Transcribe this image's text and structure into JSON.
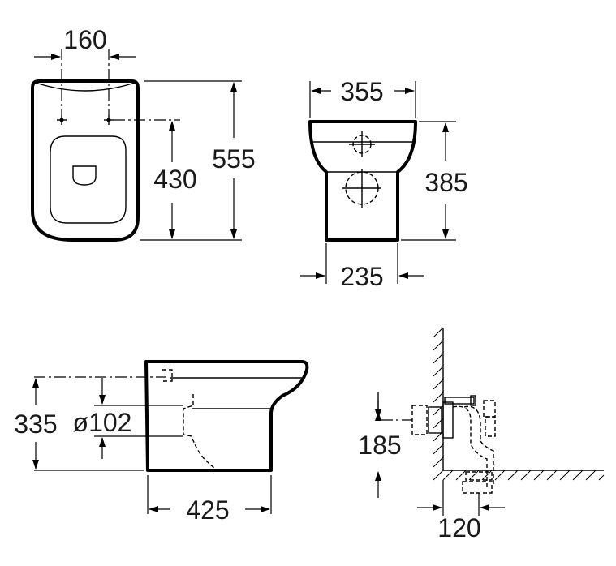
{
  "views": {
    "top_view": {
      "dim_hole_spacing": "160",
      "dim_hole_to_front": "430",
      "dim_total_length": "555"
    },
    "front_view": {
      "dim_top_width": "355",
      "dim_height": "385",
      "dim_base_width": "235"
    },
    "side_view": {
      "dim_outlet_height": "335",
      "dim_outlet_diameter": "ø102",
      "dim_base_length": "425"
    },
    "installation_view": {
      "dim_inlet_height": "185",
      "dim_wall_offset": "120"
    }
  }
}
